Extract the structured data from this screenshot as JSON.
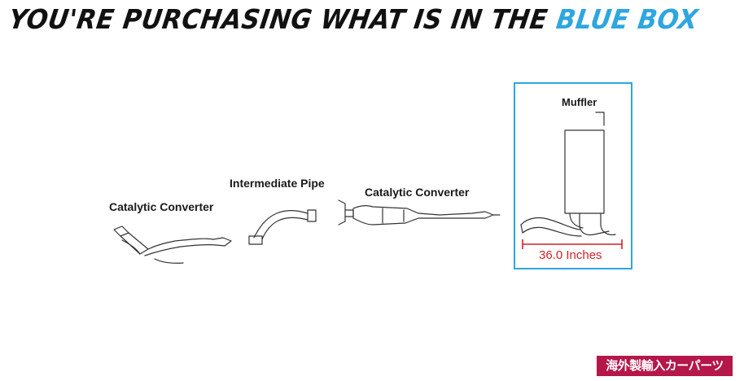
{
  "headline": {
    "main": "YOU'RE PURCHASING WHAT IS IN THE ",
    "highlight": "BLUE BOX"
  },
  "parts": {
    "catalytic_converter_1": "Catalytic Converter",
    "intermediate_pipe": "Intermediate Pipe",
    "catalytic_converter_2": "Catalytic Converter",
    "muffler": "Muffler"
  },
  "measurement": "36.0 Inches",
  "watermark": "海外製輸入カーパーツ",
  "colors": {
    "highlight_blue": "#2ea6e0",
    "measure_red": "#d0232a",
    "watermark_bg": "#b5174a"
  }
}
